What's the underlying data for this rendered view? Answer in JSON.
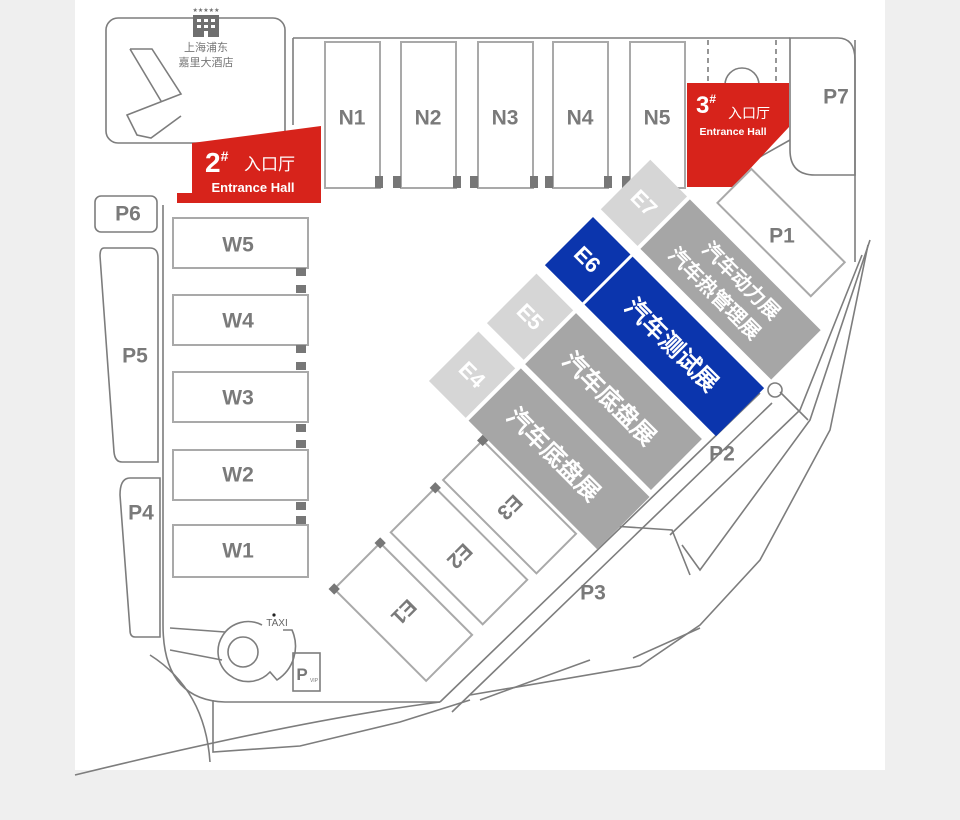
{
  "colors": {
    "entrance_red": "#d7231b",
    "highlight_blue": "#0b35ad",
    "hall_gray": "#a6a6a6",
    "label_block_gray": "#d6d6d6"
  },
  "hotel": {
    "icon": "hotel-building-icon",
    "name_line1": "上海浦东",
    "name_line2": "嘉里大酒店"
  },
  "entrances": [
    {
      "number": "2",
      "sup": "#",
      "label_cn": "入口厅",
      "label_en": "Entrance Hall"
    },
    {
      "number": "3",
      "sup": "#",
      "label_cn": "入口厅",
      "label_en": "Entrance Hall"
    }
  ],
  "north_halls": [
    "N1",
    "N2",
    "N3",
    "N4",
    "N5"
  ],
  "west_halls": [
    "W5",
    "W4",
    "W3",
    "W2",
    "W1"
  ],
  "east_halls": {
    "E7": "E7",
    "E6": "E6",
    "E5": "E5",
    "E4": "E4",
    "E3": "E3",
    "E2": "E2",
    "E1": "E1"
  },
  "exhibitions": {
    "e7_line1": "汽车动力展",
    "e7_line2": "汽车热管理展",
    "e6": "汽车测试展",
    "e5": "汽车底盘展",
    "e4": "汽车底盘展"
  },
  "parking": [
    "P1",
    "P2",
    "P3",
    "P4",
    "P5",
    "P6",
    "P7"
  ],
  "vip_parking": {
    "p": "P",
    "vip": "VIP"
  },
  "taxi": "TAXI"
}
